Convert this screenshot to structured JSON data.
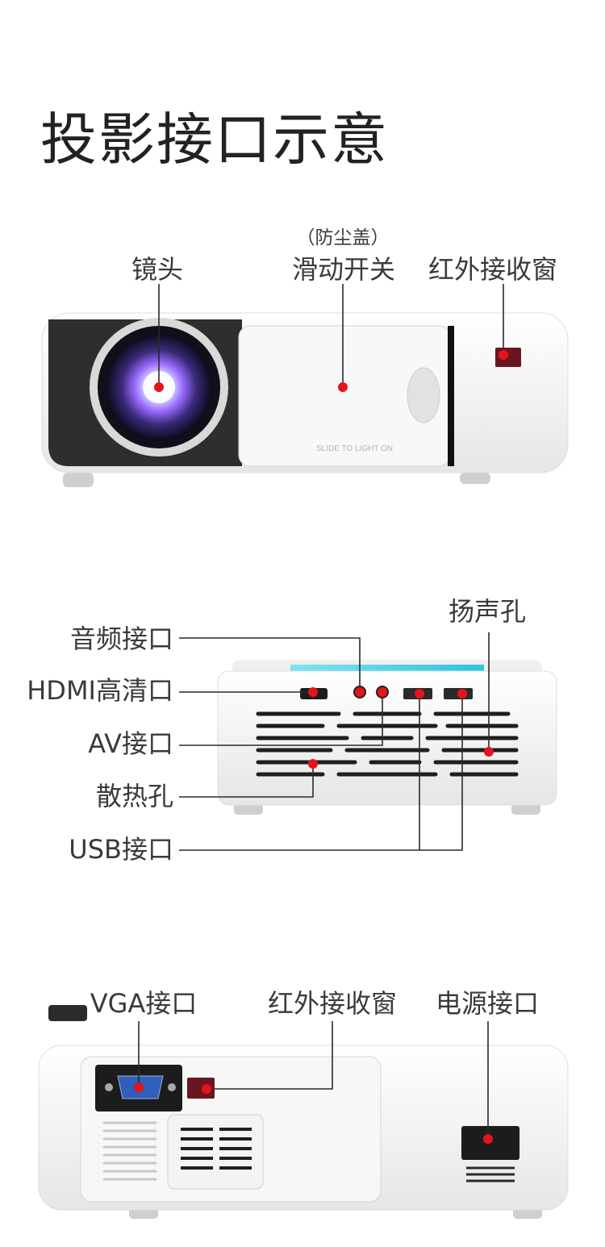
{
  "title": "投影接口示意",
  "section_front": {
    "lens_label": "镜头",
    "slider_note": "（防尘盖）",
    "slider_label": "滑动开关",
    "ir_label": "红外接收窗",
    "slide_text": "SLIDE TO LIGHT ON"
  },
  "section_back": {
    "audio_label": "音频接口",
    "hdmi_label": "HDMI高清口",
    "av_label": "AV接口",
    "vent_label": "散热孔",
    "usb_label": "USB接口",
    "speaker_label": "扬声孔"
  },
  "section_side": {
    "vga_label": "VGA接口",
    "ir_label": "红外接收窗",
    "power_label": "电源接口"
  },
  "colors": {
    "marker": "#e8121b",
    "body": "#f4f4f4",
    "dark_panel": "#2e2e2e"
  }
}
